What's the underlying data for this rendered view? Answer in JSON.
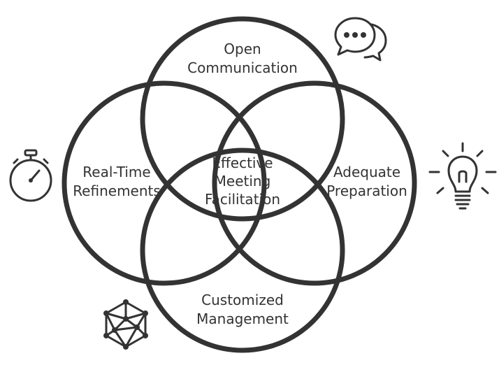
{
  "diagram": {
    "top": {
      "line1": "Open",
      "line2": "Communication"
    },
    "left": {
      "line1": "Real-Time",
      "line2": "Refinements"
    },
    "right": {
      "line1": "Adequate",
      "line2": "Preparation"
    },
    "bottom": {
      "line1": "Customized",
      "line2": "Management"
    },
    "center": {
      "line1": "Effective",
      "line2": "Meeting",
      "line3": "Facilitation"
    }
  },
  "icons": {
    "top_right": "chat-bubbles-icon",
    "left": "stopwatch-icon",
    "right": "lightbulb-icon",
    "bottom_left": "network-cube-icon"
  },
  "colors": {
    "stroke": "#333333",
    "background": "#ffffff"
  }
}
